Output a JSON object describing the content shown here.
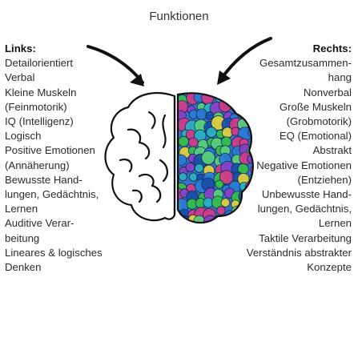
{
  "title": "Funktionen",
  "left": {
    "heading": "Links:",
    "items": [
      "Detailorientiert",
      "Verbal",
      "Kleine Muskeln\n(Feinmotorik)",
      "IQ (Intelligenz)",
      "Logisch",
      "Positive Emotionen\n(Annäherung)",
      "Bewusste Hand-\nlungen, Gedächtnis,\nLernen",
      "Auditive Verar-\nbeitung",
      "Lineares & logisches\nDenken"
    ]
  },
  "right": {
    "heading": "Rechts:",
    "items": [
      "Gesamtzusammen-\nhang",
      "Nonverbal",
      "Große Muskeln\n(Grobmotorik)",
      "EQ (Emotional)",
      "Abstrakt",
      "Negative Emotionen\n(Entziehen)",
      "Unbewusste Hand-\nlungen, Gedächtnis,\nLernen",
      "Taktile Verarbeitung",
      "Verständnis abstrakter\nKonzepte"
    ]
  },
  "colors": {
    "outline": "#111111",
    "right_hemisphere_palette": [
      "#2a7bd6",
      "#35c04a",
      "#8b3fc9",
      "#2bb3c0",
      "#e3d23a",
      "#d43a8a",
      "#1a4fa8",
      "#5ad17a"
    ]
  }
}
